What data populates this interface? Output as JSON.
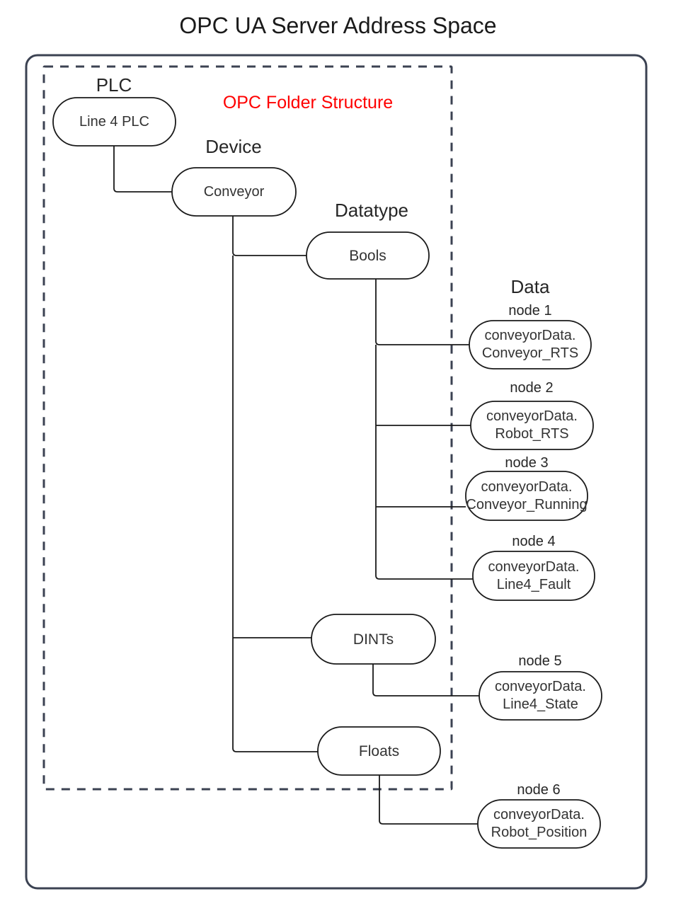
{
  "page": {
    "title": "OPC UA Server Address Space",
    "inner_label": "OPC Folder Structure",
    "accent_color": "#ff0000",
    "line_color": "#1a1a1a",
    "frame_color": "#3b4252",
    "background": "#ffffff"
  },
  "columns": [
    {
      "name": "plc",
      "label": "PLC"
    },
    {
      "name": "device",
      "label": "Device"
    },
    {
      "name": "datatype",
      "label": "Datatype"
    },
    {
      "name": "data",
      "label": "Data"
    }
  ],
  "nodes": {
    "plc": {
      "label": "Line 4 PLC"
    },
    "device": {
      "label": "Conveyor"
    },
    "datatypes": [
      {
        "label": "Bools"
      },
      {
        "label": "DINTs"
      },
      {
        "label": "Floats"
      }
    ],
    "data": [
      {
        "caption": "node 1",
        "line1": "conveyorData.",
        "line2": "Conveyor_RTS",
        "parent": "Bools"
      },
      {
        "caption": "node 2",
        "line1": "conveyorData.",
        "line2": "Robot_RTS",
        "parent": "Bools"
      },
      {
        "caption": "node 3",
        "line1": "conveyorData.",
        "line2": "Conveyor_Running",
        "parent": "Bools"
      },
      {
        "caption": "node 4",
        "line1": "conveyorData.",
        "line2": "Line4_Fault",
        "parent": "Bools"
      },
      {
        "caption": "node 5",
        "line1": "conveyorData.",
        "line2": "Line4_State",
        "parent": "DINTs"
      },
      {
        "caption": "node 6",
        "line1": "conveyorData.",
        "line2": "Robot_Position",
        "parent": "Floats"
      }
    ]
  }
}
